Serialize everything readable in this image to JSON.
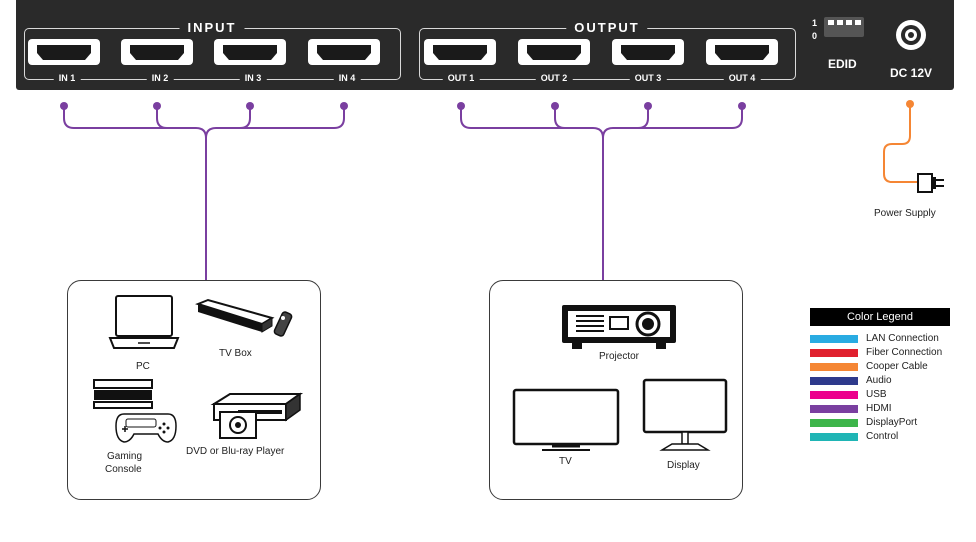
{
  "panel": {
    "input_title": "INPUT",
    "output_title": "OUTPUT",
    "inputs": [
      "IN 1",
      "IN 2",
      "IN 3",
      "IN 4"
    ],
    "outputs": [
      "OUT 1",
      "OUT 2",
      "OUT 3",
      "OUT 4"
    ],
    "switch_top": "1",
    "switch_bottom": "0",
    "edid_label": "EDID",
    "dc_label": "DC  12V"
  },
  "power": {
    "label": "Power Supply"
  },
  "sources": {
    "pc": "PC",
    "tvbox": "TV Box",
    "gaming_line1": "Gaming",
    "gaming_line2": "Console",
    "dvd": "DVD or Blu-ray Player"
  },
  "displays": {
    "projector": "Projector",
    "tv": "TV",
    "display": "Display"
  },
  "legend": {
    "title": "Color Legend",
    "items": [
      {
        "label": "LAN Connection",
        "color": "#29abe2"
      },
      {
        "label": "Fiber Connection",
        "color": "#e0202e"
      },
      {
        "label": "Cooper Cable",
        "color": "#f58634"
      },
      {
        "label": "Audio",
        "color": "#2e3a8c"
      },
      {
        "label": "USB",
        "color": "#ec008c"
      },
      {
        "label": "HDMI",
        "color": "#7a3fa0"
      },
      {
        "label": "DisplayPort",
        "color": "#3db54a"
      },
      {
        "label": "Control",
        "color": "#1fb5b5"
      }
    ]
  }
}
